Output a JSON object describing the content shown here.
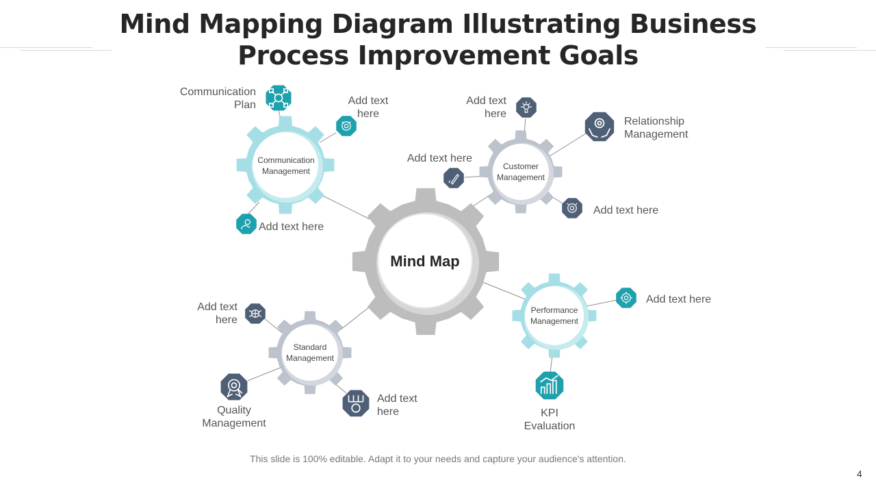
{
  "title": {
    "line1": "Mind Mapping Diagram Illustrating Business",
    "line2": "Process Improvement Goals"
  },
  "center": {
    "label": "Mind Map"
  },
  "hubs": {
    "communication": {
      "line1": "Communication",
      "line2": "Management"
    },
    "customer": {
      "line1": "Customer",
      "line2": "Management"
    },
    "standard": {
      "line1": "Standard",
      "line2": "Management"
    },
    "performance": {
      "line1": "Performance",
      "line2": "Management"
    }
  },
  "labels": {
    "communication_plan": {
      "line1": "Communication",
      "line2": "Plan"
    },
    "comm_add_top": {
      "line1": "Add text",
      "line2": "here"
    },
    "comm_add_bottom": "Add text here",
    "cust_add_top": {
      "line1": "Add text",
      "line2": "here"
    },
    "relationship": {
      "line1": "Relationship",
      "line2": "Management"
    },
    "cust_add_left": "Add text here",
    "cust_add_bottom": "Add text here",
    "std_add_top": {
      "line1": "Add text",
      "line2": "here"
    },
    "quality": {
      "line1": "Quality",
      "line2": "Management"
    },
    "std_add_bottom": {
      "line1": "Add text",
      "line2": "here"
    },
    "perf_add_right": "Add text here",
    "kpi": {
      "line1": "KPI",
      "line2": "Evaluation"
    }
  },
  "icons": {
    "communication_plan": "network-dollar-icon",
    "comm_add_top": "brain-gear-icon",
    "comm_add_bottom": "hand-gear-icon",
    "cust_add_top": "idea-network-icon",
    "relationship": "hands-gear-icon",
    "cust_add_left": "pen-hand-icon",
    "cust_add_bottom": "target-person-icon",
    "std_add_top": "globe-network-icon",
    "quality": "quality-badge-icon",
    "std_add_bottom": "process-flow-icon",
    "perf_add_right": "gear-cycle-icon",
    "kpi": "kpi-chart-icon"
  },
  "footer": "This slide is 100% editable. Adapt it to your needs and capture your audience's attention.",
  "page_number": "4",
  "colors": {
    "teal": "#1ea0ad",
    "slate": "#4f5f76",
    "light_teal_gear": "#a5dfe5",
    "light_gray_gear": "#bcc3cd",
    "center_gear": "#bdbdbd"
  }
}
